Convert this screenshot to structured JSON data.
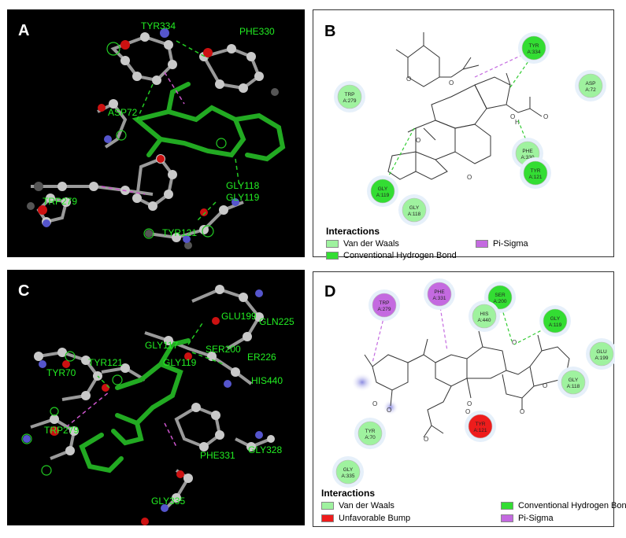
{
  "panels": {
    "A": {
      "label": "A",
      "residues": [
        "TYR334",
        "PHE330",
        "ASP72",
        "TRP279",
        "GLY118",
        "GLY119",
        "TYR121"
      ]
    },
    "B": {
      "label": "B",
      "residues": [
        {
          "name": "TYR",
          "chain": "A:334",
          "type": "hbond"
        },
        {
          "name": "TRP",
          "chain": "A:279",
          "type": "vdw"
        },
        {
          "name": "ASP",
          "chain": "A:72",
          "type": "vdw"
        },
        {
          "name": "PHE",
          "chain": "A:330",
          "type": "vdw"
        },
        {
          "name": "TYR",
          "chain": "A:121",
          "type": "hbond"
        },
        {
          "name": "GLY",
          "chain": "A:119",
          "type": "hbond"
        },
        {
          "name": "GLY",
          "chain": "A:118",
          "type": "vdw"
        }
      ],
      "atoms": [
        "O",
        "O",
        "O",
        "H",
        "O",
        "O",
        "O"
      ],
      "legend": {
        "title": "Interactions",
        "items": [
          "Van der Waals",
          "Conventional Hydrogen Bond",
          "Pi-Sigma"
        ]
      }
    },
    "C": {
      "label": "C",
      "residues": [
        "GLU199",
        "GLY117",
        "GLN225",
        "TYR121",
        "TYR70",
        "ER226",
        "SER200",
        "GLY119",
        "HIS440",
        "TRP279",
        "PHE331",
        "GLY328",
        "GLY335"
      ]
    },
    "D": {
      "label": "D",
      "residues": [
        {
          "name": "TRP",
          "chain": "A:279",
          "type": "pisigma"
        },
        {
          "name": "PHE",
          "chain": "A:331",
          "type": "pisigma"
        },
        {
          "name": "SER",
          "chain": "A:200",
          "type": "hbond"
        },
        {
          "name": "HIS",
          "chain": "A:440",
          "type": "vdw"
        },
        {
          "name": "GLY",
          "chain": "A:119",
          "type": "hbond"
        },
        {
          "name": "GLU",
          "chain": "A:199",
          "type": "vdw"
        },
        {
          "name": "GLY",
          "chain": "A:118",
          "type": "vdw"
        },
        {
          "name": "TYR",
          "chain": "A:70",
          "type": "vdw"
        },
        {
          "name": "TYR",
          "chain": "A:121",
          "type": "bump"
        },
        {
          "name": "GLY",
          "chain": "A:335",
          "type": "vdw"
        }
      ],
      "atoms": [
        "O",
        "O",
        "O",
        "O",
        "O",
        "O",
        "O",
        "O"
      ],
      "legend": {
        "title": "Interactions",
        "items": [
          "Van der Waals",
          "Conventional Hydrogen Bond",
          "Unfavorable Bump",
          "Pi-Sigma"
        ]
      }
    }
  },
  "colors": {
    "vdw": "#9ff29f",
    "hbond": "#33dd33",
    "bump": "#ee1c1c",
    "pisigma": "#c46ae0",
    "ligand": "#22aa22",
    "label_green": "#22ee22"
  }
}
